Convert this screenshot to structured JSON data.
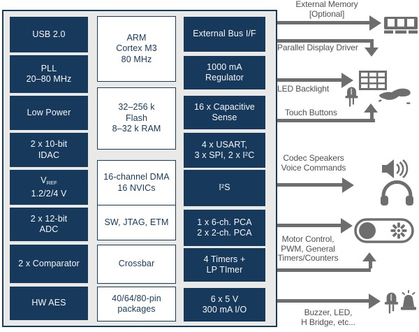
{
  "colors": {
    "block_navy": "#16395c",
    "box_background": "#e9e9e7",
    "arrow_gray": "#6e6e6e",
    "annotation_text": "#4f4f4f"
  },
  "box": {
    "left": [
      {
        "lines": [
          "USB 2.0"
        ]
      },
      {
        "lines": [
          "PLL",
          "20–80 MHz"
        ]
      },
      {
        "lines": [
          "Low Power"
        ]
      },
      {
        "lines": [
          "2 x 10-bit",
          "IDAC"
        ]
      },
      {
        "v": "V",
        "v_sub": "REF",
        "lines": [
          "1.2/2/4 V"
        ]
      },
      {
        "lines": [
          "2 x 12-bit",
          "ADC"
        ]
      },
      {
        "lines": [
          "2 x Comparator"
        ]
      },
      {
        "lines": [
          "HW AES"
        ]
      }
    ],
    "middle": [
      {
        "lines": [
          "ARM",
          "Cortex M3",
          "80 MHz"
        ]
      },
      {
        "lines": [
          "32–256 k",
          "Flash",
          "8–32 k RAM"
        ]
      },
      {
        "lines": [
          "16-channel DMA",
          "16 NVICs"
        ]
      },
      {
        "lines": [
          "SW, JTAG, ETM"
        ]
      },
      {
        "lines": [
          "Crossbar"
        ]
      },
      {
        "lines": [
          "40/64/80-pin",
          "packages"
        ]
      }
    ],
    "right": [
      {
        "lines": [
          "External Bus I/F"
        ]
      },
      {
        "lines": [
          "1000 mA",
          "Regulator"
        ]
      },
      {
        "lines": [
          "16 x Capacitive",
          "Sense"
        ]
      },
      {
        "lines": [
          "4 x USART,",
          "3 x SPI, 2 x I²C"
        ]
      },
      {
        "lines": [
          "I²S"
        ]
      },
      {
        "lines": [
          "1 x 6-ch. PCA",
          "2 x 2-ch. PCA"
        ]
      },
      {
        "lines": [
          "4 Timers +",
          "LP TImer"
        ]
      },
      {
        "lines": [
          "6 x 5 V",
          "300 mA I/O"
        ]
      }
    ]
  },
  "ann": {
    "external_memory": {
      "lines": [
        "External Memory",
        "[Optional]"
      ]
    },
    "parallel_display": {
      "label": "Parallel Display Driver"
    },
    "led_backlight": {
      "label": "LED Backlight"
    },
    "touch_buttons": {
      "label": "Touch Buttons"
    },
    "codec": {
      "lines": [
        "Codec Speakers",
        "Voice Commands"
      ]
    },
    "motor": {
      "lines": [
        "Motor Control,",
        "PWM, General",
        "Timers/Counters"
      ]
    },
    "buzzer": {
      "lines": [
        "Buzzer, LED,",
        "H Bridge, etc..."
      ]
    }
  },
  "icons": [
    "ram-module-icon",
    "led-matrix-icon",
    "led-icon",
    "touch-hand-icon",
    "speaker-icon",
    "headphones-icon",
    "motor-icon",
    "led-icon",
    "buzzer-siren-icon"
  ]
}
